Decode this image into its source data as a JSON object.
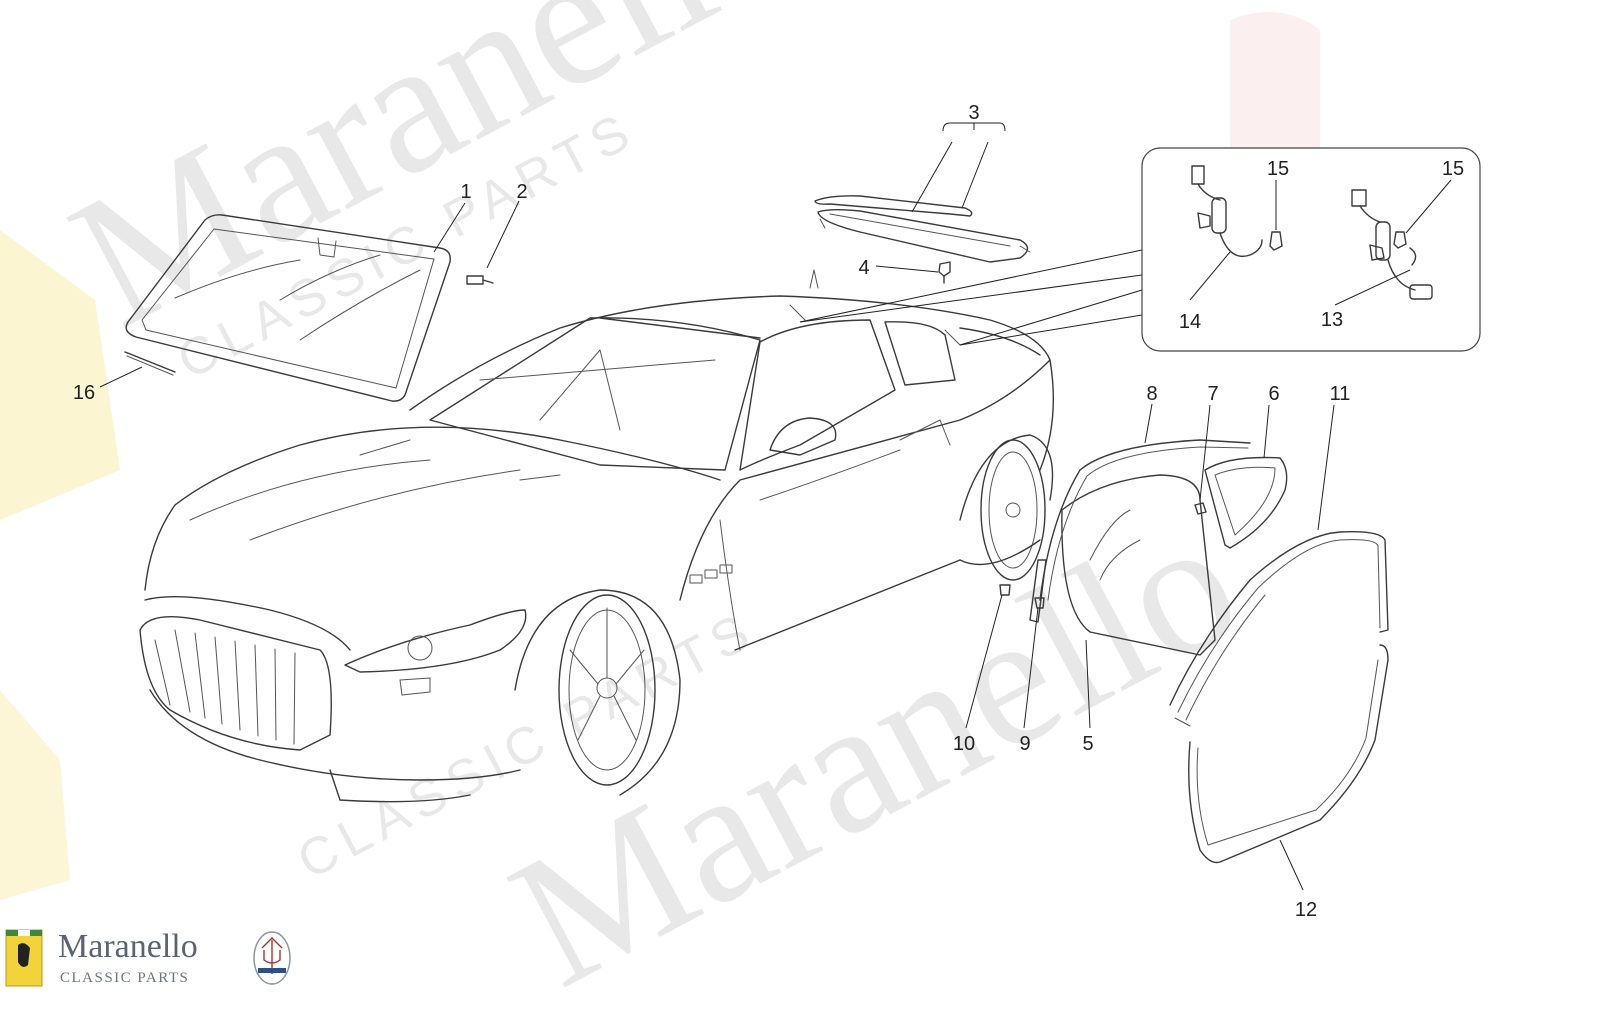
{
  "watermark": {
    "brand": "Maranello",
    "sub": "CLASSIC PARTS"
  },
  "footer": {
    "brand_name": "Maranello",
    "brand_sub": "CLASSIC PARTS"
  },
  "callouts": [
    "1",
    "2",
    "3",
    "4",
    "5",
    "6",
    "7",
    "8",
    "9",
    "10",
    "11",
    "12",
    "13",
    "14",
    "15",
    "15",
    "16"
  ],
  "colors": {
    "line": "#3a3a3a",
    "watermark": "#d6d6d6",
    "badge_yellow": "#f2d33a",
    "brand_text": "#5a6470"
  }
}
